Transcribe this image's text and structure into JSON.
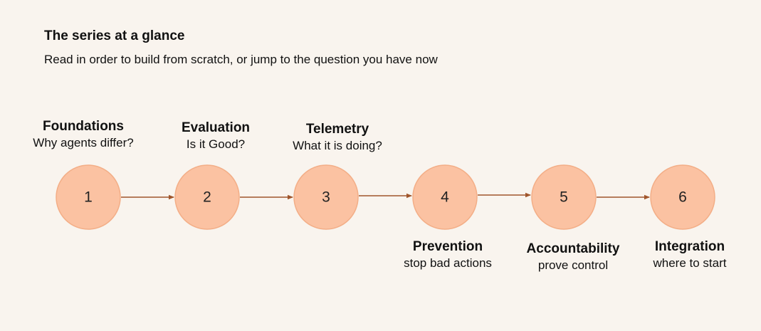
{
  "header": {
    "title": "The series at a glance",
    "subtitle": "Read in order to build from scratch, or jump to the question you have now"
  },
  "colors": {
    "background": "#f9f4ee",
    "node_fill": "#fbc2a2",
    "node_stroke": "#f3ae87",
    "arrow": "#a0552b"
  },
  "steps": [
    {
      "number": "1",
      "name": "Foundations",
      "desc": "Why agents differ?",
      "label_position": "above"
    },
    {
      "number": "2",
      "name": "Evaluation",
      "desc": "Is it Good?",
      "label_position": "above"
    },
    {
      "number": "3",
      "name": "Telemetry",
      "desc": "What it is doing?",
      "label_position": "above"
    },
    {
      "number": "4",
      "name": "Prevention",
      "desc": "stop bad actions",
      "label_position": "below"
    },
    {
      "number": "5",
      "name": "Accountability",
      "desc": "prove control",
      "label_position": "below"
    },
    {
      "number": "6",
      "name": "Integration",
      "desc": "where to start",
      "label_position": "below"
    }
  ]
}
